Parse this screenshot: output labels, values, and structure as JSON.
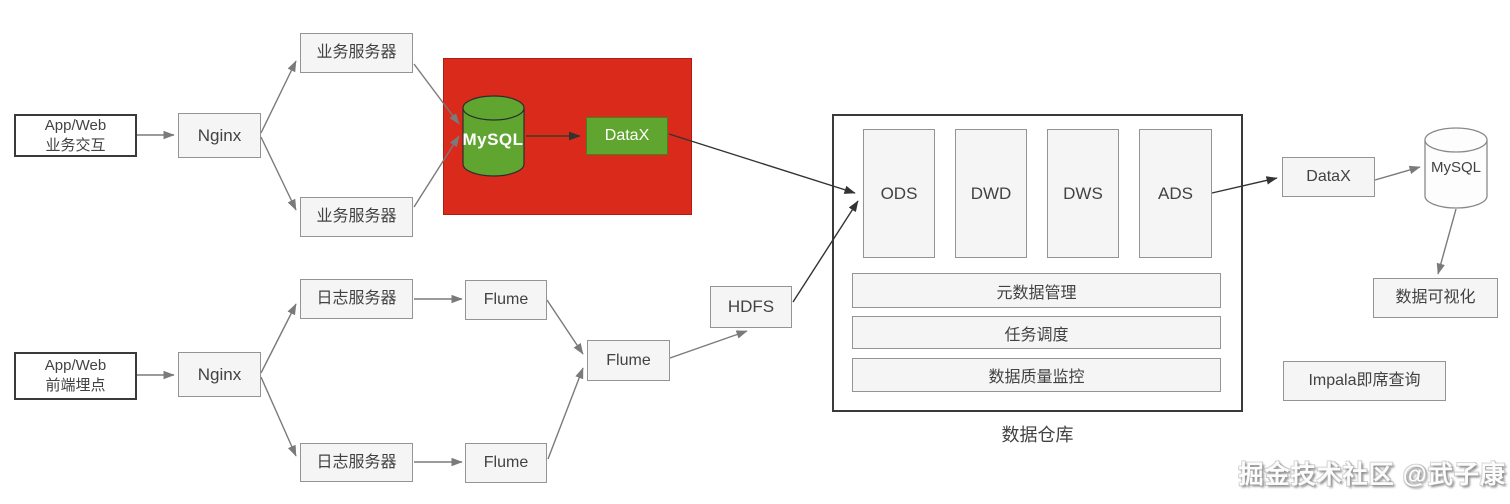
{
  "colors": {
    "red": "#d92a1b",
    "green": "#5fa52f",
    "green-border": "#44831c",
    "box-fill": "#f5f5f5",
    "box-border": "#949494",
    "dark-border": "#3a3a3a",
    "text": "#424242",
    "arrow": "#7a7a7a",
    "arrow-dark": "#333333"
  },
  "nodes": {
    "app_web_business": {
      "line1": "App/Web",
      "line2": "业务交互"
    },
    "nginx_top": "Nginx",
    "biz_server_top": "业务服务器",
    "biz_server_bottom": "业务服务器",
    "mysql_source": "MySQL",
    "datax_ingest": "DataX",
    "app_web_tracking": {
      "line1": "App/Web",
      "line2": "前端埋点"
    },
    "nginx_bottom": "Nginx",
    "log_server_top": "日志服务器",
    "log_server_bottom": "日志服务器",
    "flume_top": "Flume",
    "flume_bottom": "Flume",
    "flume_agg": "Flume",
    "hdfs": "HDFS",
    "warehouse": {
      "label": "数据仓库",
      "layers": [
        "ODS",
        "DWD",
        "DWS",
        "ADS"
      ],
      "services": [
        "元数据管理",
        "任务调度",
        "数据质量监控"
      ]
    },
    "datax_export": "DataX",
    "mysql_result": "MySQL",
    "visualization": "数据可视化",
    "impala": "Impala即席查询"
  },
  "watermark": "掘金技术社区 @武子康"
}
